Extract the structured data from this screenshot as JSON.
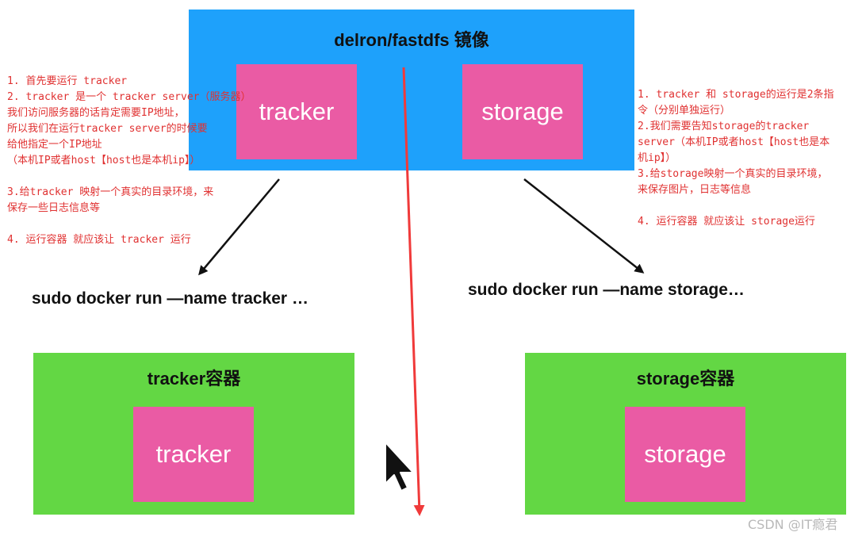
{
  "image": {
    "title": "delron/fastdfs 镜像",
    "tracker_label": "tracker",
    "storage_label": "storage"
  },
  "commands": {
    "tracker": "sudo docker run —name tracker …",
    "storage": "sudo docker run —name storage…"
  },
  "containers": {
    "tracker": {
      "title": "tracker容器",
      "inner_label": "tracker"
    },
    "storage": {
      "title": "storage容器",
      "inner_label": "storage"
    }
  },
  "notes_left": [
    "1. 首先要运行 tracker",
    "2. tracker 是一个 tracker server（服务器）",
    "我们访问服务器的话肯定需要IP地址，",
    "所以我们在运行tracker server的时候要",
    "给他指定一个IP地址",
    "（本机IP或者host【host也是本机ip】）",
    "",
    "3.给tracker 映射一个真实的目录环境，来",
    "保存一些日志信息等",
    "",
    "4. 运行容器 就应该让 tracker 运行"
  ],
  "notes_right": [
    "1. tracker 和 storage的运行是2条指",
    "令（分别单独运行）",
    "2.我们需要告知storage的tracker",
    "server（本机IP或者host【host也是本",
    "机ip】）",
    "3.给storage映射一个真实的目录环境，",
    "来保存图片，日志等信息",
    "",
    "4. 运行容器 就应该让 storage运行"
  ],
  "watermark": "CSDN @IT瘾君",
  "colors": {
    "image_box": "#1ea1fb",
    "pink": "#ea5ba4",
    "green": "#63d744",
    "note_text": "#e03131",
    "red_arrow": "#f03a3a"
  },
  "icons": [
    "cursor-arrow-icon",
    "down-arrow-icon"
  ]
}
